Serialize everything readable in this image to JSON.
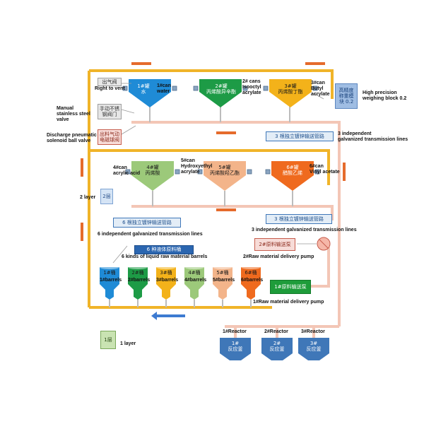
{
  "tanks": [
    {
      "id": "1",
      "cn": "1#罐\n水",
      "en": "1#can\nwater",
      "color": "#1f8bd6"
    },
    {
      "id": "2",
      "cn": "2#罐\n丙烯酸异辛酯",
      "en": "2# cans\nIsooctyl\nacrylate",
      "color": "#1d9b46"
    },
    {
      "id": "3",
      "cn": "3#罐\n丙烯酸丁酯",
      "en": "3#can\nButyl\nacrylate",
      "color": "#f3b21a"
    },
    {
      "id": "4",
      "cn": "4#罐\n丙烯酸",
      "en": "4#can\nacrylic acid",
      "color": "#9cc97a"
    },
    {
      "id": "5",
      "cn": "5#罐\n丙烯酸羟乙酯",
      "en": "5#can\nHydroxyethyl\nacrylate",
      "color": "#f3b48a"
    },
    {
      "id": "6",
      "cn": "6#罐\n醋酸乙烯",
      "en": "6#can\nVinyl acetate",
      "color": "#ef6a1e"
    }
  ],
  "valves": {
    "vent_cn": "出气阀",
    "vent_en": "Right to vent",
    "manual_cn": "手动不锈\n钢阀门",
    "manual_en": "Manual\nstainless steel\nvalve",
    "pneumatic_cn": "出料气动\n电磁球阀",
    "pneumatic_en": "Discharge pneumatic\nsolenoid ball valve"
  },
  "weighing": {
    "cn": "高精度\n称重模\n块 0.2",
    "en": "High precision\nweighing block 0.2"
  },
  "lines": {
    "three_top_cn": "3 根独立镀锌输送管路",
    "three_top_en": "3 independent\ngalvanized transmission lines",
    "six_cn": "6 根独立镀锌输送管路",
    "six_en": "6 independent galvanized transmission lines",
    "three_mid_cn": "3 根独立镀锌输送管路",
    "three_mid_en": "3 independent galvanized transmission lines"
  },
  "layers": {
    "layer2_cn": "2层",
    "layer2_en": "2 layer",
    "layer1_cn": "1层",
    "layer1_en": "1 layer"
  },
  "barrels_section": {
    "title_cn": "6 种液体原料桶",
    "title_en": "6 kinds of liquid raw material barrels",
    "barrels": [
      {
        "cn": "1#桶",
        "en": "1#barrels",
        "color": "#1f8bd6"
      },
      {
        "cn": "2#桶",
        "en": "2#barrels",
        "color": "#1d9b46"
      },
      {
        "cn": "3#桶",
        "en": "3#barrels",
        "color": "#f3b21a"
      },
      {
        "cn": "4#桶",
        "en": "4#barrels",
        "color": "#9cc97a"
      },
      {
        "cn": "5#桶",
        "en": "5#barrels",
        "color": "#f3b48a"
      },
      {
        "cn": "6#桶",
        "en": "6#barrels",
        "color": "#ef6a1e"
      }
    ]
  },
  "pumps": {
    "p2_cn": "2#原料输送泵",
    "p2_en": "2#Raw material delivery pump",
    "p1_cn": "1#原料输送泵",
    "p1_en": "1#Raw material delivery pump"
  },
  "reactors": [
    {
      "en": "1#Reactor",
      "cn": "1#\n反应釜"
    },
    {
      "en": "2#Reactor",
      "cn": "2#\n反应釜"
    },
    {
      "en": "3#Reactor",
      "cn": "3#\n反应釜"
    }
  ],
  "colors": {
    "pipe": "#f0b429",
    "pipe_pink": "#f3c6b6",
    "arrow_orange": "#e56b2c",
    "arrow_blue": "#3d7bd1",
    "reactor": "#3f77b8"
  }
}
